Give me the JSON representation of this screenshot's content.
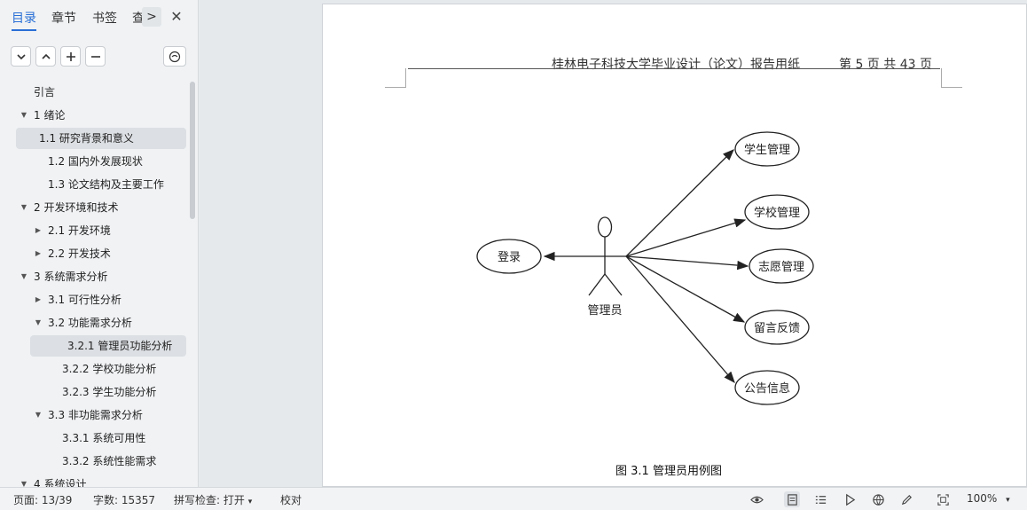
{
  "nav": {
    "tabs": [
      "目录",
      "章节",
      "书签",
      "查"
    ],
    "more_label": ">",
    "close_label": "✕"
  },
  "toc": [
    {
      "label": "引言",
      "level": 0,
      "arrow": ""
    },
    {
      "label": "1   绪论",
      "level": 0,
      "arrow": "down"
    },
    {
      "label": "1.1  研究背景和意义",
      "level": 1,
      "arrow": "",
      "selected": true
    },
    {
      "label": "1.2  国内外发展现状",
      "level": 1,
      "arrow": ""
    },
    {
      "label": "1.3  论文结构及主要工作",
      "level": 1,
      "arrow": ""
    },
    {
      "label": "2   开发环境和技术",
      "level": 0,
      "arrow": "down"
    },
    {
      "label": "2.1  开发环境",
      "level": 1,
      "arrow": "right"
    },
    {
      "label": "2.2  开发技术",
      "level": 1,
      "arrow": "right"
    },
    {
      "label": "3   系统需求分析",
      "level": 0,
      "arrow": "down"
    },
    {
      "label": "3.1  可行性分析",
      "level": 1,
      "arrow": "right"
    },
    {
      "label": "3.2  功能需求分析",
      "level": 1,
      "arrow": "down"
    },
    {
      "label": "3.2.1  管理员功能分析",
      "level": 2,
      "arrow": "",
      "selected": true
    },
    {
      "label": "3.2.2  学校功能分析",
      "level": 2,
      "arrow": ""
    },
    {
      "label": "3.2.3  学生功能分析",
      "level": 2,
      "arrow": ""
    },
    {
      "label": "3.3  非功能需求分析",
      "level": 1,
      "arrow": "down"
    },
    {
      "label": "3.3.1 系统可用性",
      "level": 2,
      "arrow": ""
    },
    {
      "label": "3.3.2 系统性能需求",
      "level": 2,
      "arrow": ""
    },
    {
      "label": "4   系统设计",
      "level": 0,
      "arrow": "down"
    }
  ],
  "document": {
    "header_title": "桂林电子科技大学毕业设计（论文）报告用纸",
    "header_page": "第 5 页 共 43 页",
    "diagram": {
      "actor": "管理员",
      "login": "登录",
      "use_cases": [
        "学生管理",
        "学校管理",
        "志愿管理",
        "留言反馈",
        "公告信息"
      ]
    },
    "caption": "图 3.1  管理员用例图"
  },
  "status": {
    "page": "页面: 13/39",
    "words": "字数: 15357",
    "spell": "拼写检查: 打开",
    "proof": "校对",
    "zoom": "100%"
  }
}
